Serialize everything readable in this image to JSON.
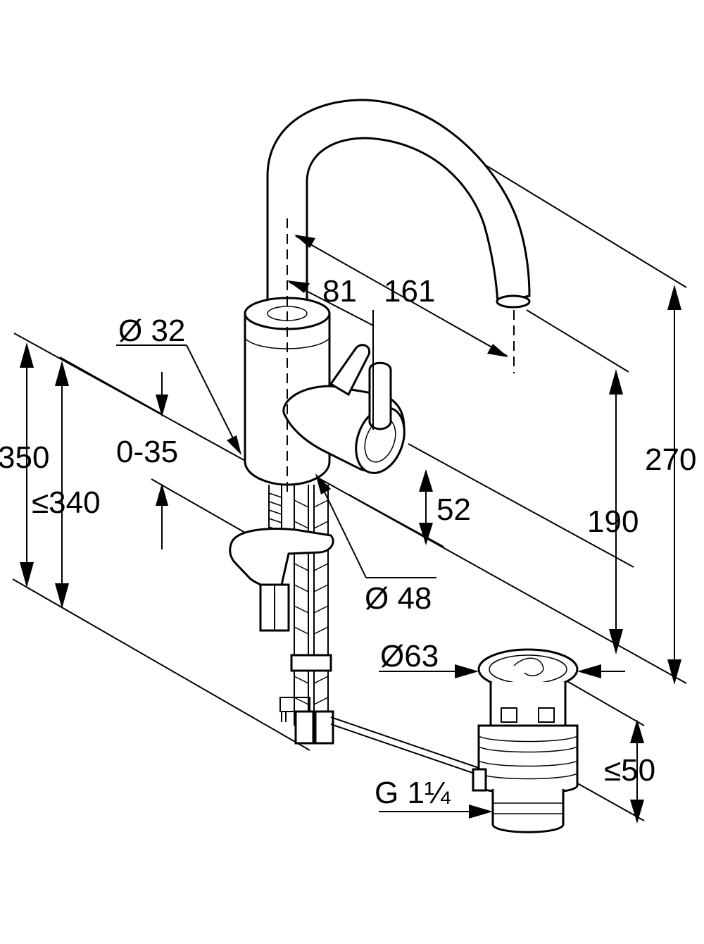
{
  "drawing": {
    "dimensions": {
      "d_32": "Ø 32",
      "d_81": "81",
      "d_161": "161",
      "d_0_35": "0-35",
      "d_350": "350",
      "d_le_340": "≤340",
      "d_52": "52",
      "d_48": "Ø 48",
      "d_190": "190",
      "d_270": "270",
      "d_63": "Ø63",
      "d_le_50": "≤50",
      "d_g114": "G 1¼"
    }
  }
}
